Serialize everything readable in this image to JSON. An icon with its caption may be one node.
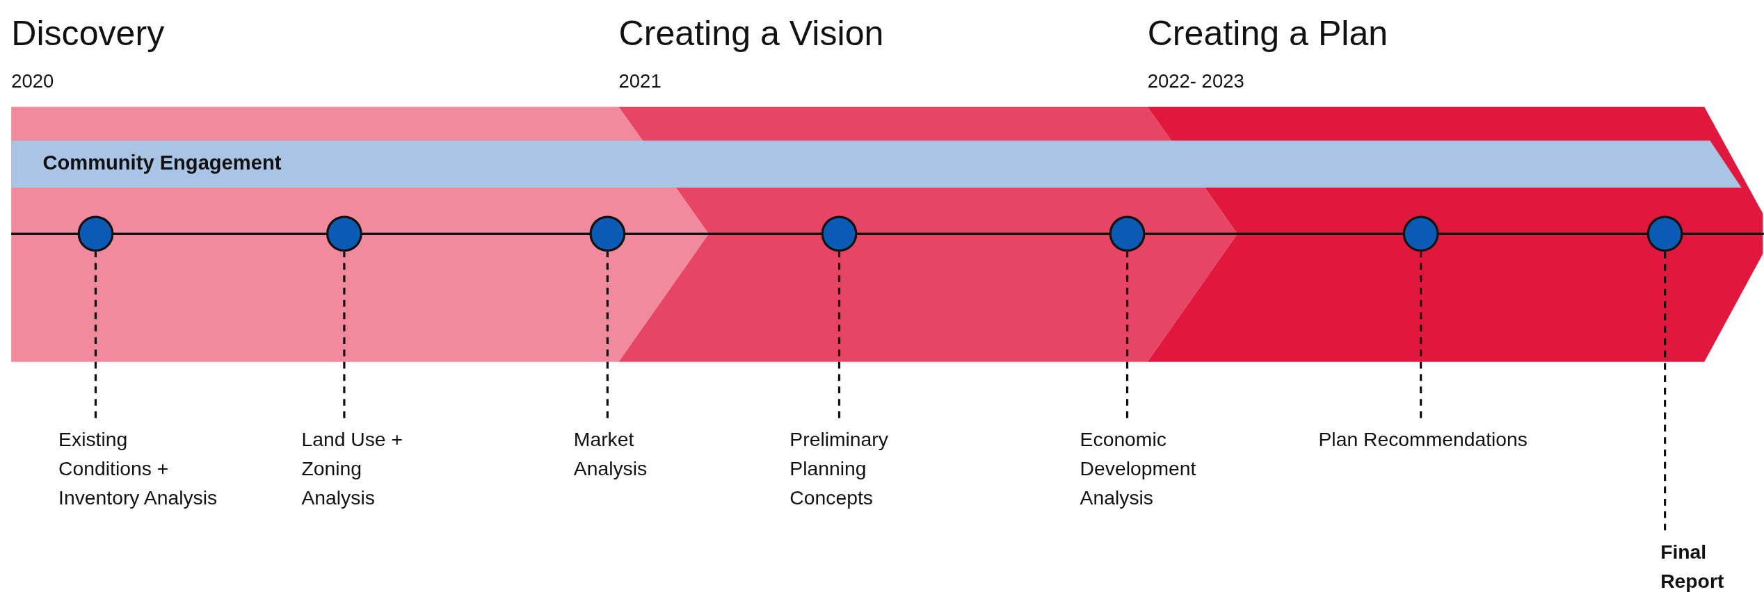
{
  "diagram": {
    "nodes": [
      {
        "text": [
          "Discovery",
          "2020"
        ]
      },
      {
        "text": [
          "Creating a Vision",
          "2021"
        ]
      },
      {
        "text": [
          "Creating a Plan",
          "2022- 2023"
        ]
      },
      {
        "text": [
          "Community Engagement"
        ]
      },
      {
        "text": [],
        "shape": "circle",
        "in": 0
      },
      {
        "text": [],
        "shape": "circle",
        "in": 0
      },
      {
        "text": [],
        "shape": "circle",
        "in": 0
      },
      {
        "text": [],
        "shape": "circle",
        "in": 1
      },
      {
        "text": [],
        "shape": "circle",
        "in": 1
      },
      {
        "text": [],
        "shape": "circle",
        "in": 2
      },
      {
        "text": [],
        "shape": "circle",
        "in": 2
      },
      {
        "text": [
          "Existing Conditions + Inventory Analysis"
        ]
      },
      {
        "text": [
          "Land Use + Zoning Analysis"
        ]
      },
      {
        "text": [
          "Market Analysis"
        ]
      },
      {
        "text": [
          "Preliminary Planning Concepts"
        ]
      },
      {
        "text": [
          "Economic Development Analysis"
        ]
      },
      {
        "text": [
          "Plan Recommendations"
        ]
      },
      {
        "text": [
          "Final Report"
        ]
      }
    ],
    "edges": [
      {
        "from": 11,
        "to": 4,
        "arrow": "none",
        "style": "dashed"
      },
      {
        "from": 12,
        "to": 5,
        "arrow": "none",
        "style": "dashed"
      },
      {
        "from": 13,
        "to": 6,
        "arrow": "none",
        "style": "dashed"
      },
      {
        "from": 14,
        "to": 7,
        "arrow": "none",
        "style": "dashed"
      },
      {
        "from": 15,
        "to": 8,
        "arrow": "none",
        "style": "dashed"
      },
      {
        "from": 16,
        "to": 9,
        "arrow": "none",
        "style": "dashed"
      },
      {
        "from": 17,
        "to": 10,
        "arrow": "none",
        "style": "dashed"
      }
    ]
  }
}
